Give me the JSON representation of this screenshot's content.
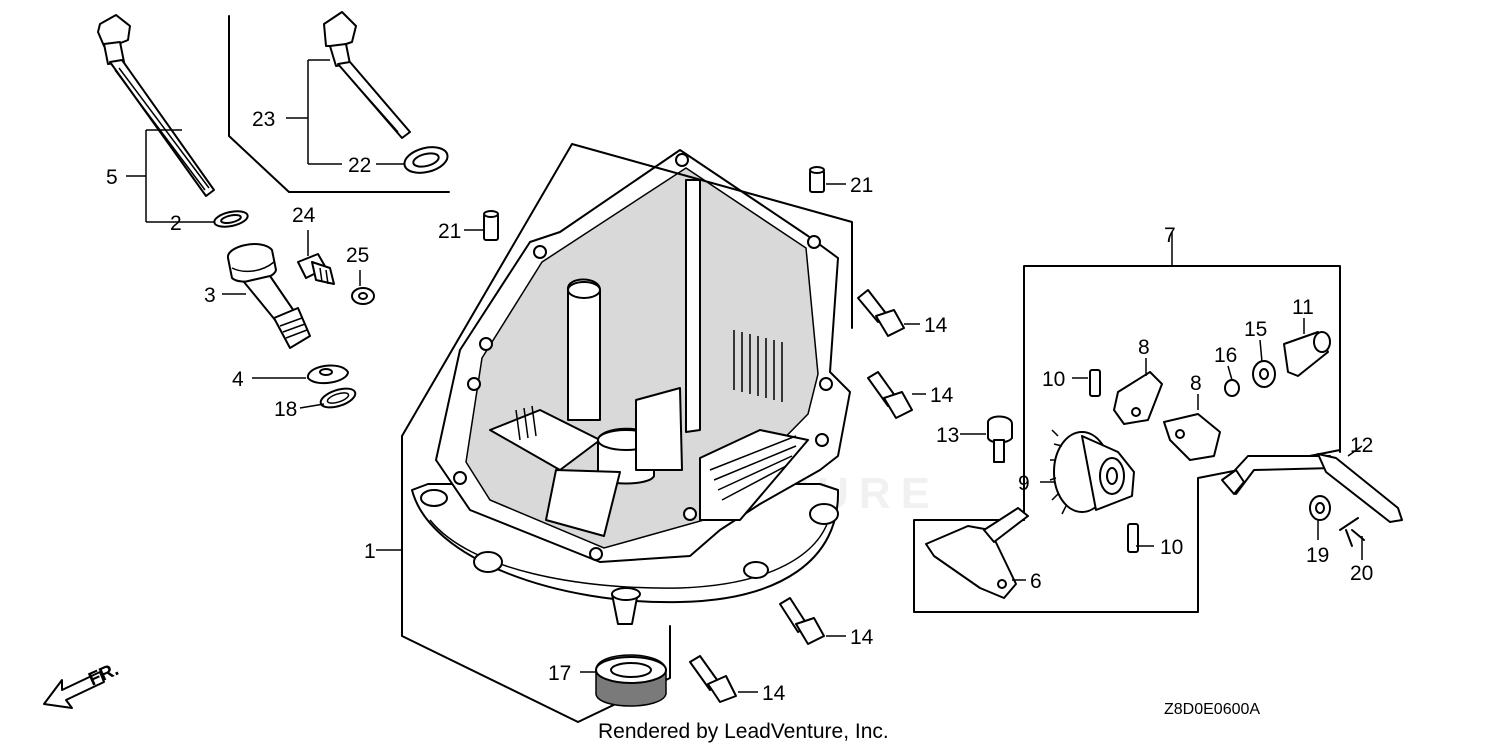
{
  "diagram": {
    "callouts": {
      "c1": "1",
      "c2": "2",
      "c3": "3",
      "c4": "4",
      "c5": "5",
      "c6": "6",
      "c7": "7",
      "c8a": "8",
      "c8b": "8",
      "c9": "9",
      "c10a": "10",
      "c10b": "10",
      "c11": "11",
      "c12": "12",
      "c13": "13",
      "c14a": "14",
      "c14b": "14",
      "c14c": "14",
      "c14d": "14",
      "c15": "15",
      "c16": "16",
      "c17": "17",
      "c18": "18",
      "c19": "19",
      "c20": "20",
      "c21a": "21",
      "c21b": "21",
      "c22": "22",
      "c23": "23",
      "c24": "24",
      "c25": "25"
    },
    "front_indicator": "FR.",
    "reference_code": "Z8D0E0600A",
    "credit": "Rendered by LeadVenture, Inc.",
    "watermark": "LEADVENTURE"
  },
  "colors": {
    "line": "#000000",
    "background": "#ffffff"
  }
}
